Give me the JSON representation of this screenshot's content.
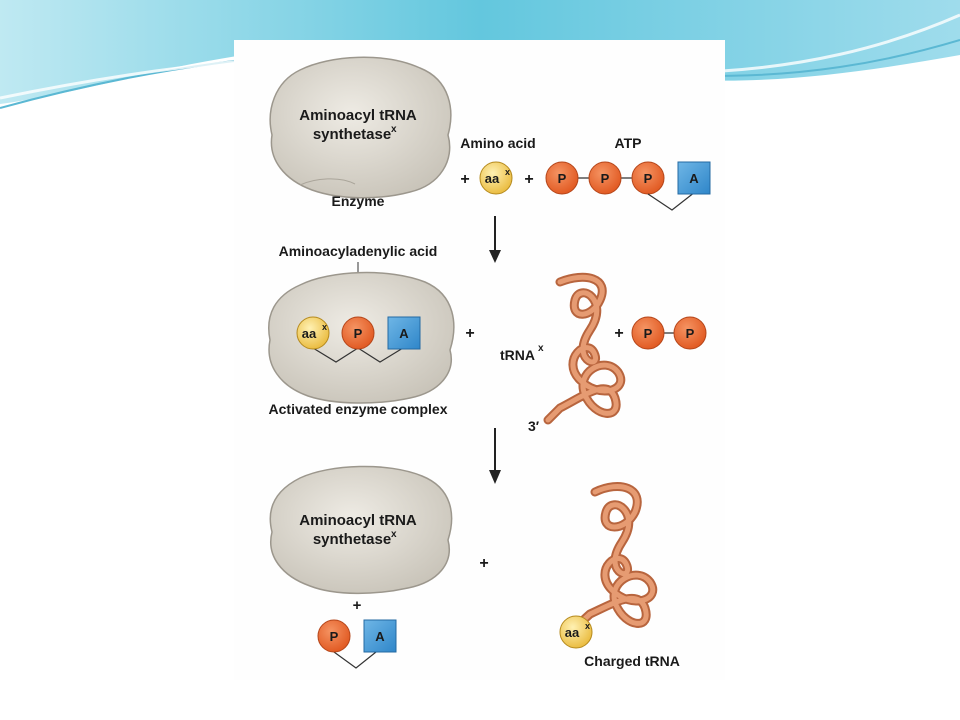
{
  "labels": {
    "enzyme_name_line1": "Aminoacyl tRNA",
    "enzyme_name_line2": "synthetase",
    "enzyme_superscript": "x",
    "enzyme_caption": "Enzyme",
    "amino_acid_caption": "Amino acid",
    "atp_caption": "ATP",
    "aminoacyladenylic_caption": "Aminoacyladenylic acid",
    "activated_complex_caption": "Activated enzyme complex",
    "trna_name": "tRNA",
    "trna_superscript": "x",
    "three_prime": "3′",
    "charged_trna_caption": "Charged tRNA",
    "plus": "+"
  },
  "molecules": {
    "aa_text": "aa",
    "aa_superscript": "x",
    "phosphate": "P",
    "adenosine": "A"
  },
  "colors": {
    "phosphate": "#e8622a",
    "amino_acid": "#f2cf5c",
    "adenosine": "#3d95d4",
    "trna": "#d9825a",
    "enzyme": "#d8d4cc",
    "slide_accent": "#5bc6de"
  }
}
